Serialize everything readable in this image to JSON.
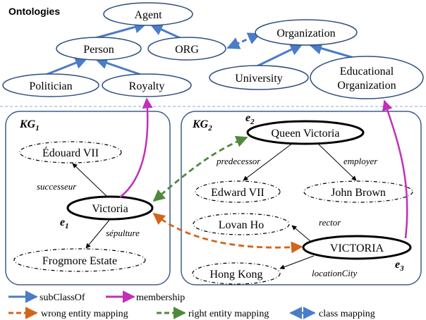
{
  "title": "Ontologies",
  "ontology_nodes": {
    "agent": "Agent",
    "person": "Person",
    "org": "ORG",
    "organization": "Organization",
    "politician": "Politician",
    "royalty": "Royalty",
    "university": "University",
    "edu_org_line1": "Educational",
    "edu_org_line2": "Organization"
  },
  "kg1": {
    "label_main": "KG",
    "label_sub": "1",
    "nodes": {
      "edouard": "Édouard VII",
      "victoria": "Victoria",
      "frogmore": "Frogmore Estate"
    },
    "edges": {
      "successeur": "successeur",
      "sepulture": "sépulture"
    },
    "entity_label_main": "e",
    "entity_label_sub": "1"
  },
  "kg2": {
    "label_main": "KG",
    "label_sub": "2",
    "nodes": {
      "queen_victoria": "Queen Victoria",
      "edward": "Edward VII",
      "john_brown": "John Brown",
      "lovan_ho": "Lovan Ho",
      "victoria_caps": "VICTORIA",
      "hong_kong": "Hong Kong"
    },
    "edges": {
      "predecessor": "predecessor",
      "employer": "employer",
      "rector": "rector",
      "location_city": "locationCity"
    },
    "entity2_main": "e",
    "entity2_sub": "2",
    "entity3_main": "e",
    "entity3_sub": "3"
  },
  "legend": {
    "subclassof": "subClassOf",
    "membership": "membership",
    "wrong_mapping": "wrong entity mapping",
    "right_mapping": "right entity mapping",
    "class_mapping": "class mapping"
  },
  "colors": {
    "subclass_blue": "#4a7cc7",
    "membership_magenta": "#c030b8",
    "wrong_orange": "#d4641a",
    "right_green": "#4e8a3a",
    "class_blue": "#4a7cc7",
    "kg_border": "#3f5d8a",
    "separator": "#8aa8d0"
  }
}
